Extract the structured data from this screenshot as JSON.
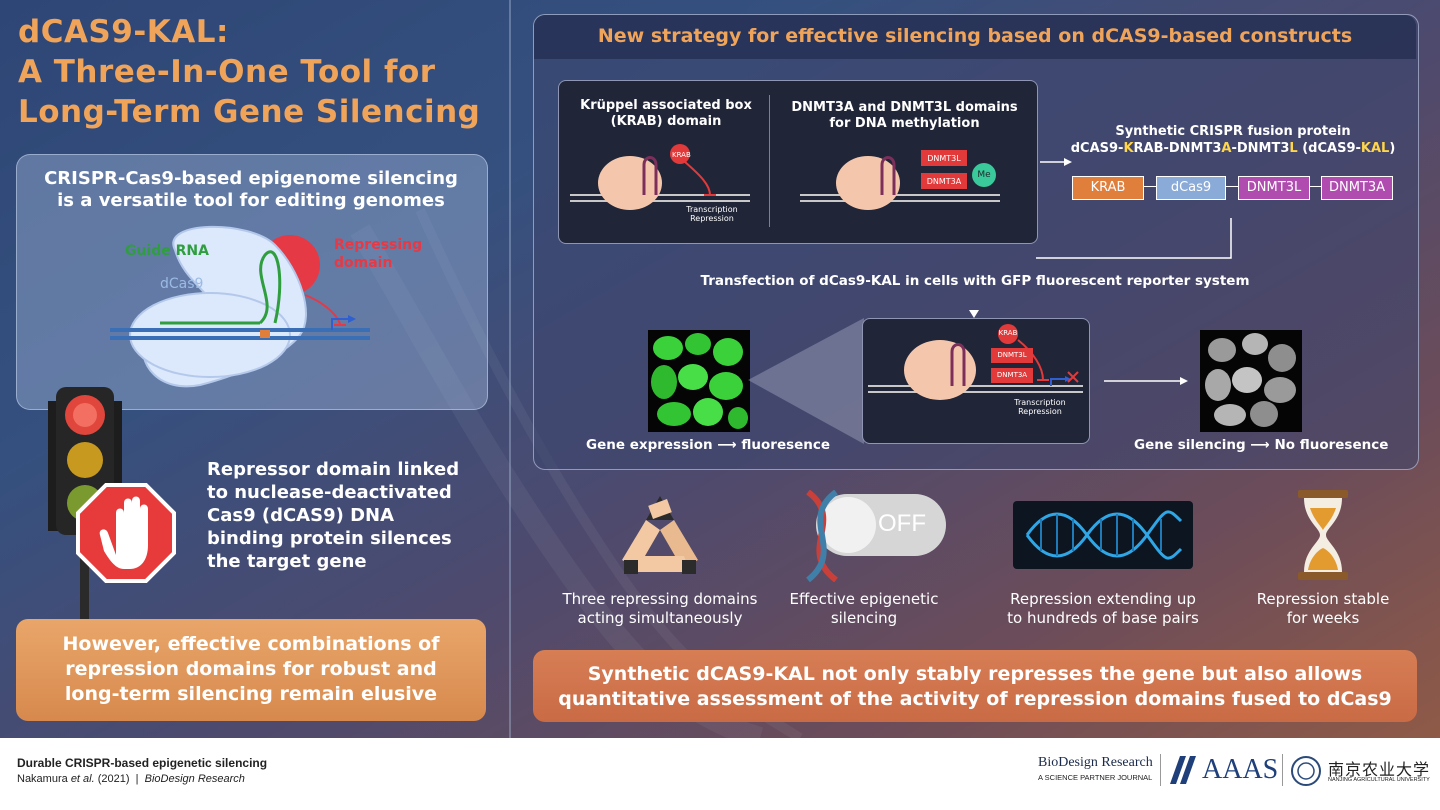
{
  "header": {
    "title_line1": "dCAS9-KAL:",
    "title_line2": "A Three-In-One Tool for",
    "title_line3": "Long-Term Gene Silencing"
  },
  "left": {
    "intro_line1": "CRISPR-Cas9-based epigenome silencing",
    "intro_line2": "is a versatile tool for editing genomes",
    "label_guide_rna": "Guide RNA",
    "label_dcas9": "dCas9",
    "label_repressing_1": "Repressing",
    "label_repressing_2": "domain",
    "repressor_text": [
      "Repressor domain linked",
      "to nuclease-deactivated",
      "Cas9 (dCAS9) DNA",
      "binding protein silences",
      "the target gene"
    ],
    "however_text": [
      "However, effective combinations of",
      "repression domains for robust and",
      "long-term silencing remain elusive"
    ]
  },
  "right": {
    "heading": "New strategy for effective silencing based on dCAS9-based constructs",
    "krab_title_1": "Krüppel associated box",
    "krab_title_2": "(KRAB) domain",
    "krab_tag": "KRAB",
    "transcription_1": "Transcription",
    "transcription_2": "Repression",
    "dnmt_title_1": "DNMT3A and DNMT3L domains",
    "dnmt_title_2": "for DNA methylation",
    "dnmt3l_tag": "DNMT3L",
    "dnmt3a_tag": "DNMT3A",
    "me_tag": "Me",
    "synthetic_1": "Synthetic CRISPR fusion protein",
    "fusion_name": {
      "p1": "dCAS9-",
      "k": "K",
      "p2": "RAB-DNMT3",
      "a": "A",
      "p3": "-DNMT3",
      "l": "L",
      "p4": " (dCAS9-",
      "kal": "KAL",
      "p5": ")"
    },
    "bars": [
      "KRAB",
      "dCas9",
      "DNMT3L",
      "DNMT3A"
    ],
    "transfection": "Transfection of dCas9-KAL in cells with GFP fluorescent reporter system",
    "gene_expression": "Gene expression",
    "fluorescence": "fluoresence",
    "gene_silencing": "Gene silencing",
    "no_fluorescence": "No fluoresence",
    "off_label": "OFF",
    "features": [
      {
        "l1": "Three repressing domains",
        "l2": "acting simultaneously"
      },
      {
        "l1": "Effective epigenetic",
        "l2": "silencing"
      },
      {
        "l1": "Repression extending up",
        "l2": "to hundreds of base pairs"
      },
      {
        "l1": "Repression stable",
        "l2": "for weeks"
      }
    ],
    "conclusion_1": "Synthetic dCAS9-KAL not only stably represses the gene but also allows",
    "conclusion_2": "quantitative assessment of the activity of repression domains fused to dCas9"
  },
  "footer": {
    "title": "Durable CRISPR-based epigenetic silencing",
    "authors": "Nakamura",
    "etal": "et al.",
    "year": "(2021)",
    "sep": "|",
    "journal": "BioDesign Research",
    "logo_bdr": "BioDesign Research",
    "logo_bdr_sub": "A SCIENCE PARTNER JOURNAL",
    "logo_aaas": "AAAS",
    "logo_uni_cn": "南京农业大学",
    "logo_uni_en": "NANJING AGRICULTURAL UNIVERSITY"
  },
  "colors": {
    "title_orange": "#f0a45a",
    "krab_orange": "#e07e3c",
    "dcas9_blue": "#8aaad8",
    "dnmt_purple": "#b04cb0",
    "repressor_red": "#e63946",
    "guide_green": "#2e9e3e",
    "highlight_yellow": "#ffd54a"
  }
}
